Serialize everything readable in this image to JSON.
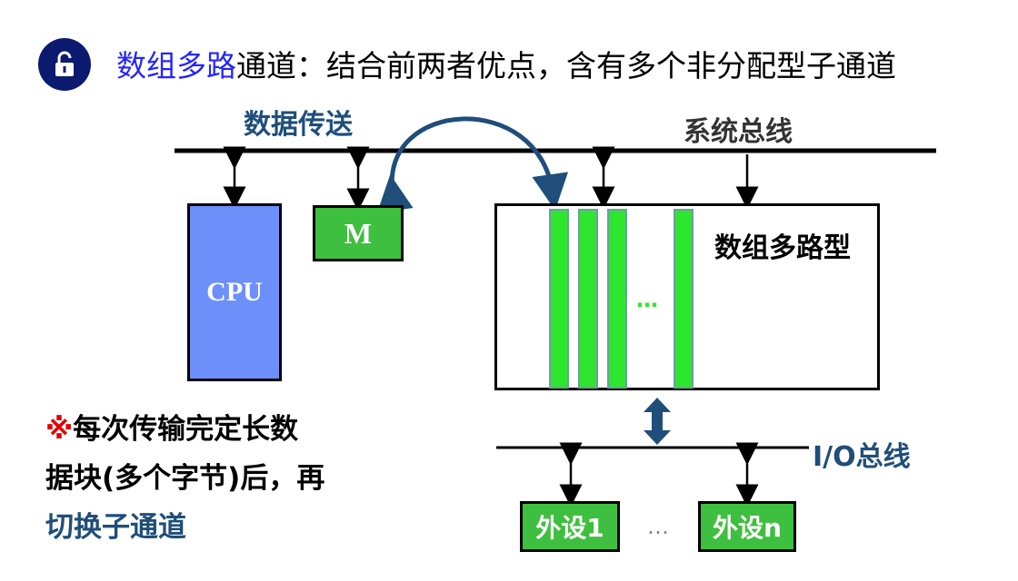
{
  "title": {
    "highlight": "数组多路",
    "rest": "通道：结合前两者优点，含有多个非分配型子通道"
  },
  "icons": {
    "badge": "unlock-icon"
  },
  "labels": {
    "data_transfer": "数据传送",
    "system_bus": "系统总线",
    "cpu": "CPU",
    "memory": "M",
    "mux_type": "数组多路型",
    "channel_ellipsis": "…",
    "io_bus": "I/O总线",
    "device_1": "外设1",
    "device_ellipsis": "…",
    "device_n": "外设n"
  },
  "note": {
    "mark": "※",
    "line1": "每次传输完定长数",
    "line2": "据块(多个字节)后，再",
    "line3": "切换子通道"
  },
  "colors": {
    "badge": "#0b1a6e",
    "title_highlight": "#2424ff",
    "label_blue": "#1f4e7a",
    "cpu_fill": "#6d8ffa",
    "green_fill": "#3fbf3f",
    "channel_fill": "#2ee62e",
    "note_mark": "#e00000"
  }
}
